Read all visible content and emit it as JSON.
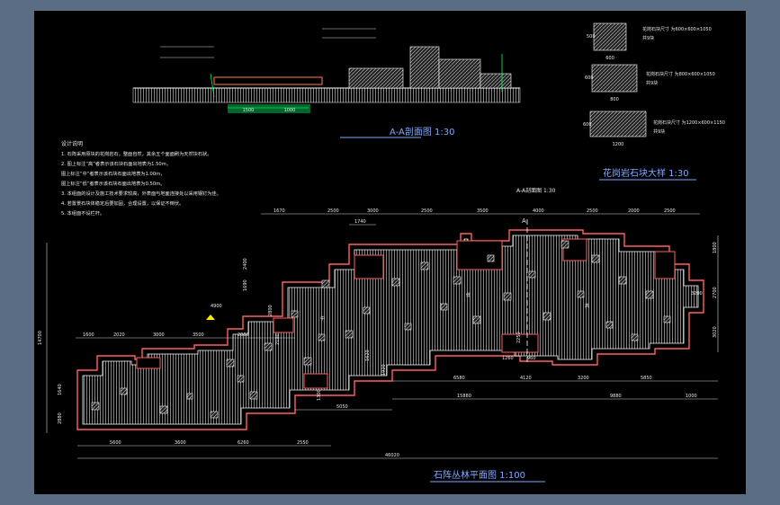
{
  "section_view": {
    "title": "A-A剖面图  1:30",
    "dims": [
      "1500",
      "1000"
    ]
  },
  "detail_view": {
    "title": "花岗岩石块大样  1:30",
    "blocks": [
      {
        "width_label": "600",
        "height_label": "500",
        "note1": "花岗石块尺寸 为600×600×1050",
        "note2": "共9块"
      },
      {
        "width_label": "800",
        "height_label": "600",
        "note1": "花岗石块尺寸 为800×600×1050",
        "note2": "共9块"
      },
      {
        "width_label": "1200",
        "height_label": "600",
        "note1": "花岗石块尺寸 为1200×600×1150",
        "note2": "共9块"
      }
    ]
  },
  "design_notes": {
    "heading": "设计说明",
    "lines": [
      "1. 石阵采用原块的花岗岩石，整面自然，其余五个面面刷为天然块石状。",
      "2. 图上标注“高”者表示该石块石面出地表为1.50m，",
      "   图上标注“中”者表示该石块石面出地表为1.00m，",
      "   图上标注“低”者表示该石块石面出地表为0.50m。",
      "3. 本组面的设计及施工技术要求较高，外表面与地面连接处以采用钢钉为佳。",
      "4. 若置景石块体稳定后要加固，合理设置，以保证不倒伏。",
      "5. 本组面不设栏杆。"
    ]
  },
  "plan_view": {
    "title": "石阵丛林平面图  1:100",
    "section_mark": "A-A剖面图 1:30",
    "section_letter": "A",
    "top_dims": [
      "1670",
      "2500",
      "3000",
      "2500",
      "3500",
      "4000",
      "2500",
      "2000",
      "2500"
    ],
    "top_dim2": "1740",
    "left_row_dims": [
      "1600",
      "2020",
      "3000",
      "3500",
      "2880"
    ],
    "vertical_dims": [
      "14700",
      "2400",
      "1640",
      "2880",
      "1690",
      "2800",
      "2100",
      "1920",
      "1300"
    ],
    "right_dims": [
      "1800",
      "2700",
      "3020"
    ],
    "mid_dims": [
      "2250",
      "1260",
      "1620",
      "960"
    ],
    "bottom_dims": [
      "5600",
      "3600",
      "6260",
      "2550"
    ],
    "bottom_dims_right": [
      "5050",
      "6580",
      "4120",
      "3200",
      "5850"
    ],
    "bottom_dims_right2": [
      "15880",
      "9880",
      "1000"
    ],
    "overall_width": "46020",
    "side_labels": [
      "3200",
      "4900"
    ],
    "inner_labels": [
      "中",
      "低",
      "高"
    ]
  },
  "colors": {
    "background": "#5b6c85",
    "paper": "#000000",
    "line": "#ffffff",
    "wall": "#ff6060",
    "title": "#7fa8ff",
    "green": "#00ff66",
    "yellow": "#ffee00"
  }
}
